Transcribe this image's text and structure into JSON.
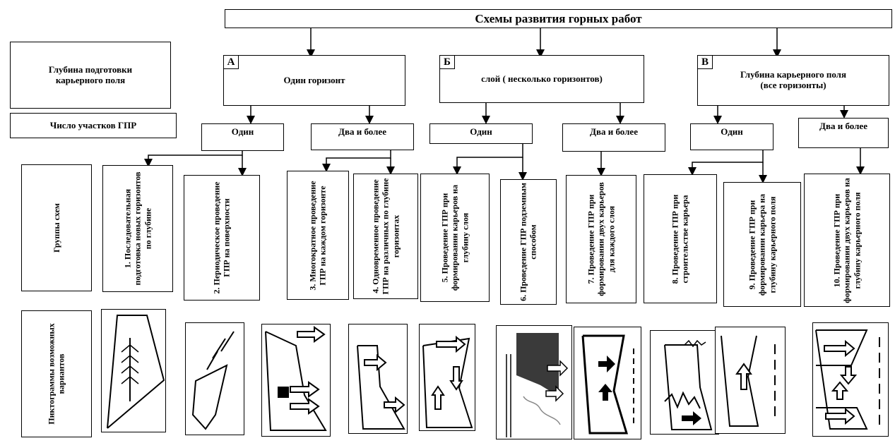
{
  "title": "Схемы развития горных работ",
  "labels": {
    "depth_prep": "Глубина подготовки карьерного поля",
    "num_sites": "Число участков ГПР",
    "scheme_groups": "Группы схем",
    "pictograms": "Пиктограммы возможных вариантов"
  },
  "branches": [
    {
      "letter": "А",
      "text": "Один горизонт"
    },
    {
      "letter": "Б",
      "text": "слой ( несколько горизонтов)"
    },
    {
      "letter": "В",
      "text": "Глубина карьерного поля (все горизонты)"
    }
  ],
  "counts": [
    "Один",
    "Два и более",
    "Один",
    "Два и более",
    "Один",
    "Два и более"
  ],
  "groups": [
    "1. Последовательная подготовка новых горизонтов по глубине",
    "2. Периодическое проведение ГПР на поверхности",
    "3. Многократное проведение ГПР на каждом горизонте",
    "4. Одновременное проведение ГПР на различных по глубине горизонтах",
    "5. Проведение ГПР при формировании карьеров на глубину слоя",
    "6. Проведение ГПР подземным способом",
    "7. Проведение ГПР при формировании двух карьеров для каждого слоя",
    "8. Проведение ГПР при строительстве карьера",
    "9. Проведение ГПР при формировании карьера на глубину карьерного поля",
    "10. Проведение ГПР при формировании двух карьеров на глубину карьерного поля"
  ]
}
